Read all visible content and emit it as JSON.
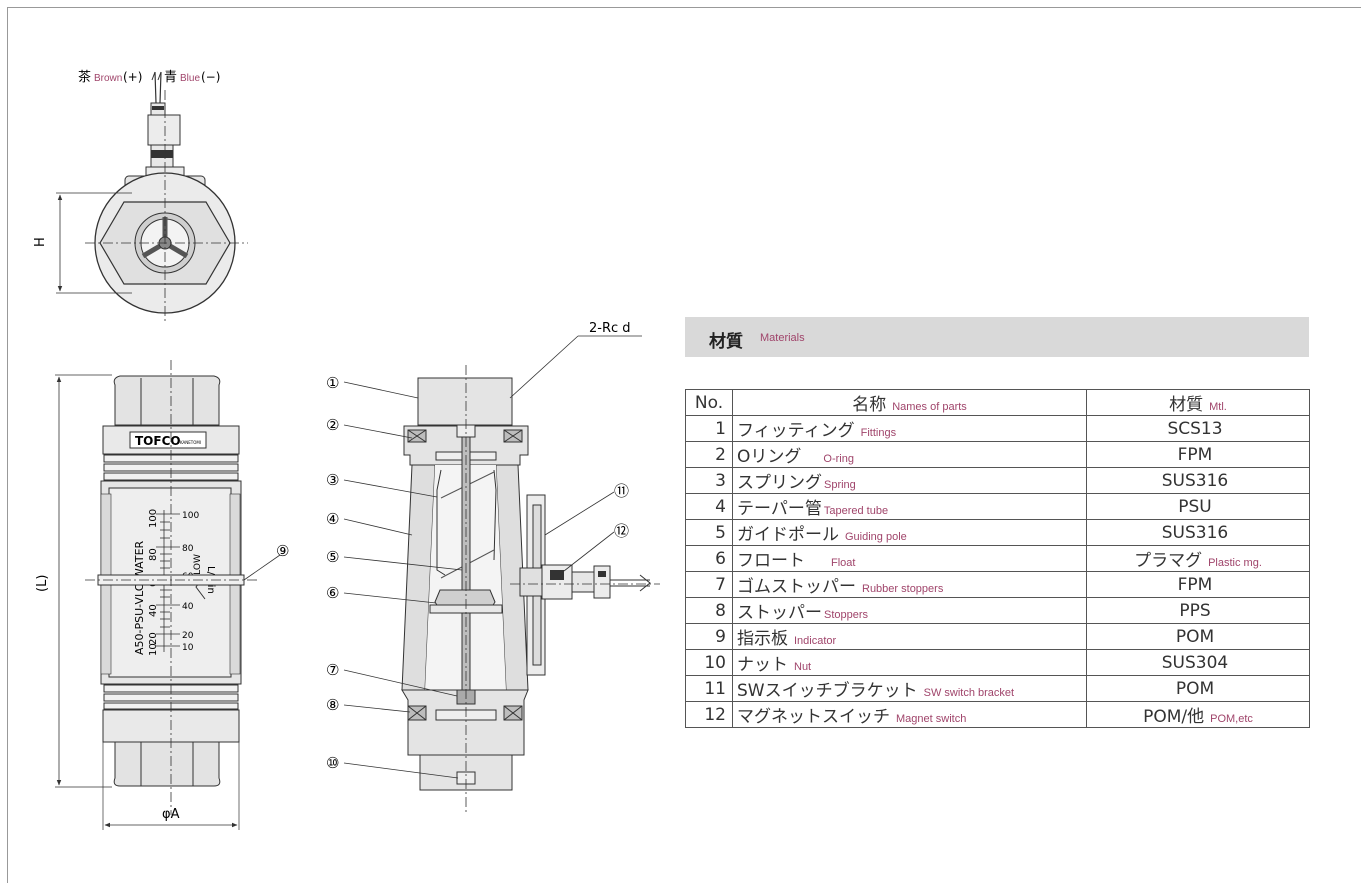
{
  "top_view": {
    "wire_label_jp_1": "茶",
    "wire_label_en_1": "Brown",
    "wire_label_sign_1": "(+)",
    "wire_label_jp_2": "青",
    "wire_label_en_2": "Blue",
    "wire_label_sign_2": "(−)",
    "dim_h": "H"
  },
  "front_view": {
    "brand": "TOFCO",
    "brand_sub": "KANETOMI",
    "dim_l": "(L)",
    "dim_a": "φA",
    "scale_label": "A50-PSU-VLO WATER",
    "flow_label": "FLOW",
    "unit_label": "L/min",
    "scale_left": [
      "100",
      "80",
      "60",
      "40",
      "20",
      "10"
    ],
    "scale_right": [
      "100",
      "80",
      "60",
      "40",
      "20",
      "10"
    ],
    "callout_9": "⑨"
  },
  "section_view": {
    "port_label": "2-Rc d",
    "callouts": [
      "①",
      "②",
      "③",
      "④",
      "⑤",
      "⑥",
      "⑦",
      "⑧",
      "⑩",
      "⑪",
      "⑫"
    ]
  },
  "materials": {
    "title_jp": "材質",
    "title_en": "Materials",
    "headers": {
      "no": "No.",
      "name_jp": "名称",
      "name_en": "Names of parts",
      "mtl_jp": "材質",
      "mtl_en": "Mtl."
    },
    "rows": [
      {
        "no": "1",
        "name_jp": "フィッティング",
        "name_en": "Fittings",
        "mtl": "SCS13",
        "mtl_en": ""
      },
      {
        "no": "2",
        "name_jp": "Oリング",
        "name_en": "O-ring",
        "mtl": "FPM",
        "mtl_en": ""
      },
      {
        "no": "3",
        "name_jp": "スプリング",
        "name_en": "Spring",
        "mtl": "SUS316",
        "mtl_en": ""
      },
      {
        "no": "4",
        "name_jp": "テーパー管",
        "name_en": "Tapered tube",
        "mtl": "PSU",
        "mtl_en": ""
      },
      {
        "no": "5",
        "name_jp": "ガイドポール",
        "name_en": "Guiding pole",
        "mtl": "SUS316",
        "mtl_en": ""
      },
      {
        "no": "6",
        "name_jp": "フロート",
        "name_en": "Float",
        "mtl": "プラマグ",
        "mtl_en": "Plastic mg."
      },
      {
        "no": "7",
        "name_jp": "ゴムストッパー",
        "name_en": "Rubber stoppers",
        "mtl": "FPM",
        "mtl_en": ""
      },
      {
        "no": "8",
        "name_jp": "ストッパー",
        "name_en": "Stoppers",
        "mtl": "PPS",
        "mtl_en": ""
      },
      {
        "no": "9",
        "name_jp": "指示板",
        "name_en": "Indicator",
        "mtl": "POM",
        "mtl_en": ""
      },
      {
        "no": "10",
        "name_jp": "ナット",
        "name_en": "Nut",
        "mtl": "SUS304",
        "mtl_en": ""
      },
      {
        "no": "11",
        "name_jp": "SWスイッチブラケット",
        "name_en": "SW switch bracket",
        "mtl": "POM",
        "mtl_en": ""
      },
      {
        "no": "12",
        "name_jp": "マグネットスイッチ",
        "name_en": "Magnet switch",
        "mtl": "POM/他",
        "mtl_en": "POM,etc"
      }
    ]
  }
}
